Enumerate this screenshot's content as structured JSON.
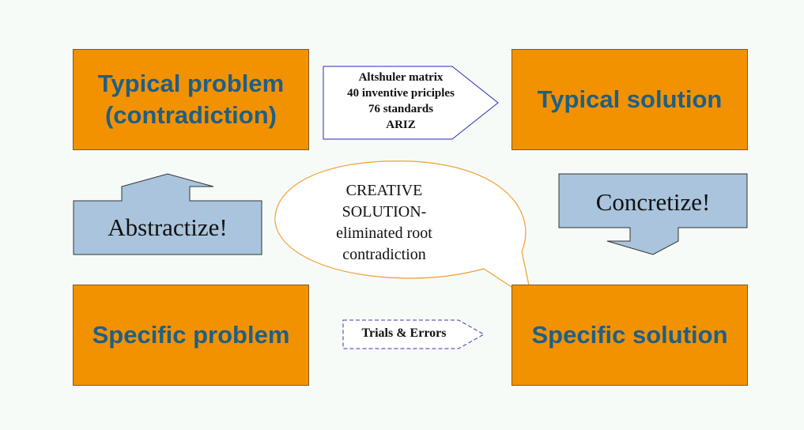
{
  "boxes": {
    "typical_problem": "Typical problem\n(contradiction)",
    "typical_solution": "Typical solution",
    "specific_problem": "Specific problem",
    "specific_solution": "Specific solution"
  },
  "arrows": {
    "tools": [
      "Altshuler matrix",
      "40 inventive priciples",
      "76 standards",
      "ARIZ"
    ],
    "trials": "Trials & Errors",
    "abstractize": "Abstractize!",
    "concretize": "Concretize!"
  },
  "callout": {
    "lines": [
      "CREATIVE",
      "SOLUTION-",
      "eliminated root",
      "contradiction"
    ]
  },
  "colors": {
    "box_fill": "#f39200",
    "box_text": "#1f5f86",
    "arrow_fill": "#a9c4dc",
    "callout_border": "#f0a030",
    "background": "#f6fbf8"
  }
}
